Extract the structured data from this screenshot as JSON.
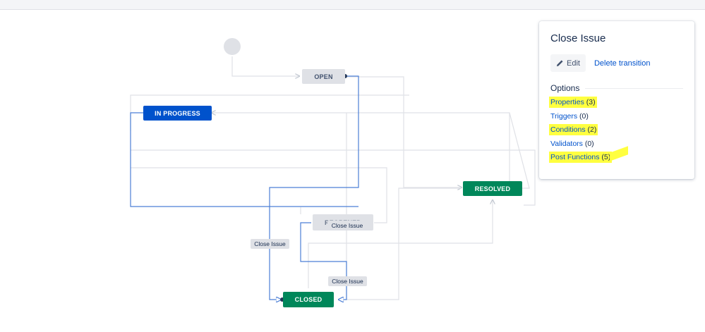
{
  "workflow": {
    "statuses": {
      "open": "OPEN",
      "in_progress": "IN PROGRESS",
      "resolved": "RESOLVED",
      "reopened": "REOPENED",
      "closed": "CLOSED"
    },
    "transition_labels": {
      "close_issue_left": "Close Issue",
      "close_issue_mid": "Close Issue",
      "close_issue_bottom": "Close Issue"
    }
  },
  "panel": {
    "title": "Close Issue",
    "edit_label": "Edit",
    "delete_label": "Delete transition",
    "options_title": "Options",
    "options": [
      {
        "label": "Properties",
        "count": "(3)",
        "highlighted": true
      },
      {
        "label": "Triggers",
        "count": "(0)",
        "highlighted": false
      },
      {
        "label": "Conditions",
        "count": "(2)",
        "highlighted": true
      },
      {
        "label": "Validators",
        "count": "(0)",
        "highlighted": false
      },
      {
        "label": "Post Functions",
        "count": "(5)",
        "highlighted": true
      }
    ]
  },
  "colors": {
    "highlight": "#ffff40",
    "status_blue": "#0052cc",
    "status_green": "#00875a",
    "status_grey": "#dfe1e6",
    "selected_transition": "#4c7fd6",
    "transition_line": "#dfe1e6"
  }
}
